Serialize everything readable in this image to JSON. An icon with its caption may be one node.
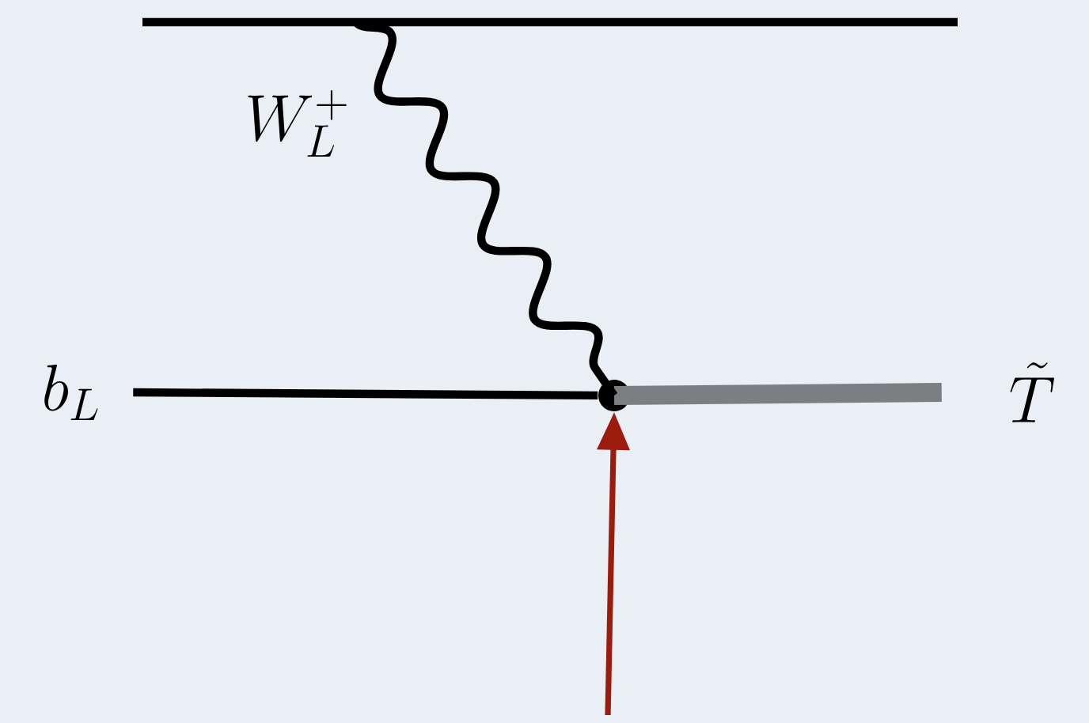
{
  "diagram": {
    "nodes": [
      {
        "text": [
          "b_L"
        ]
      },
      {
        "text": [
          "\\tilde{T}"
        ]
      },
      {
        "text": [],
        "shape": "circle"
      }
    ],
    "edges": [
      {
        "from": 0,
        "to": 2,
        "arrow": "none"
      },
      {
        "from": 2,
        "to": 1,
        "arrow": "none",
        "style": "thick",
        "color": "#7b7f81"
      },
      {
        "from": null,
        "to": 2,
        "arrow": "none",
        "label": "W_L^+"
      },
      {
        "from": null,
        "to": 2,
        "arrow": "to",
        "color": "#9b1c0c"
      }
    ]
  }
}
